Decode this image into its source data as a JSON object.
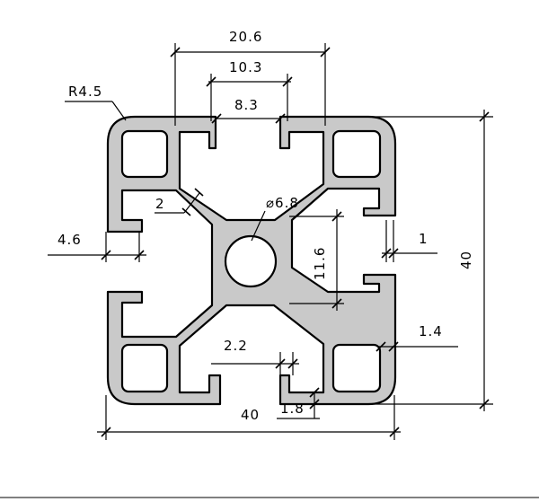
{
  "dimensions": {
    "top_width_outer": "20.6",
    "top_width_mid": "10.3",
    "top_width_slot": "8.3",
    "corner_radius": "R4.5",
    "web_thickness": "2",
    "center_hole": "⌀6.8",
    "side_slot_depth": "4.6",
    "right_wall": "1",
    "center_height": "11.6",
    "overall_height": "40",
    "wall_thickness": "1.4",
    "slot_lip": "2.2",
    "lip_thickness": "1.8",
    "overall_width": "40"
  }
}
